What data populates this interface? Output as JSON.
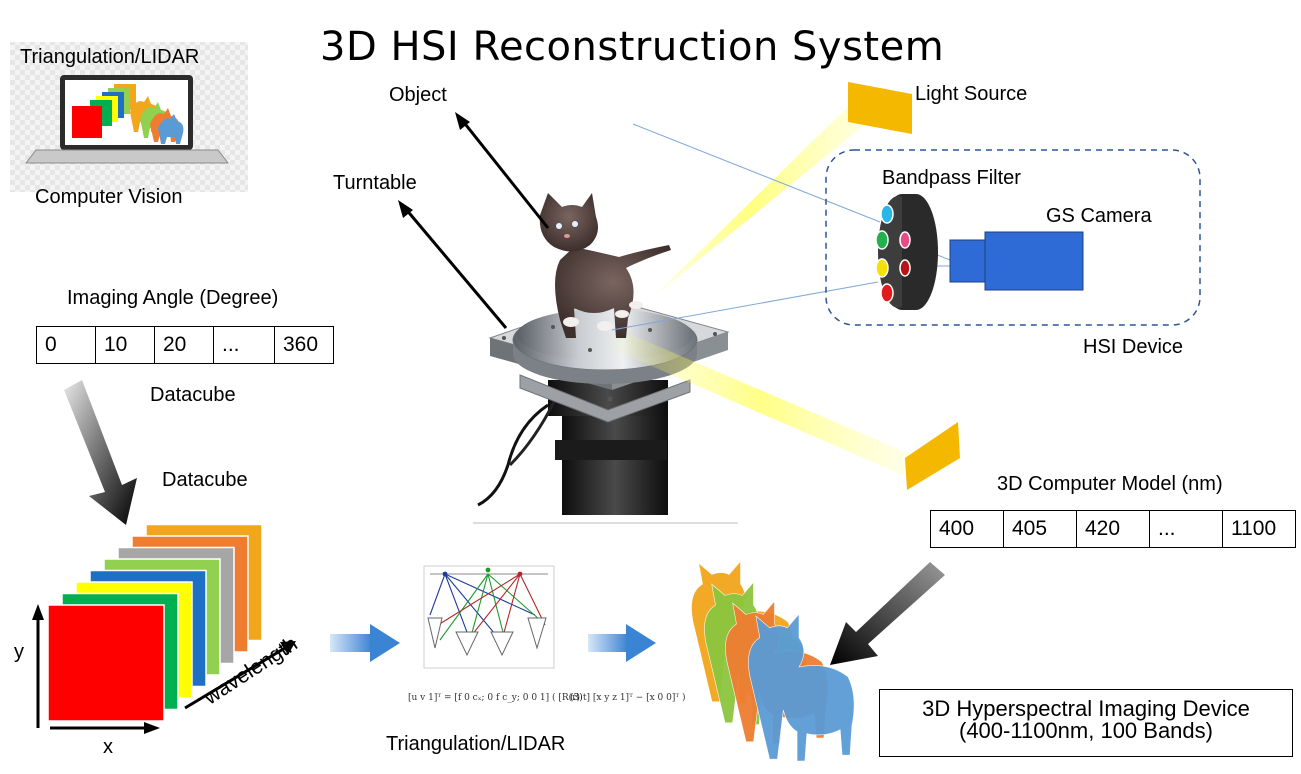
{
  "title": "3D HSI Reconstruction System",
  "computer_vision": {
    "top_label": "Triangulation/LIDAR",
    "bottom_label": "Computer Vision"
  },
  "imaging_angle": {
    "label": "Imaging Angle (Degree)",
    "cells": [
      "0",
      "10",
      "20",
      "...",
      "360"
    ]
  },
  "datacube_label_1": "Datacube",
  "datacube_label_2": "Datacube",
  "axes": {
    "y": "y",
    "x": "x",
    "wavelength": "wavelength"
  },
  "setup": {
    "object": "Object",
    "turntable": "Turntable",
    "light_source": "Light Source",
    "bandpass_filter": "Bandpass Filter",
    "gs_camera": "GS Camera",
    "hsi_device": "HSI Device"
  },
  "model": {
    "label": "3D Computer Model (nm)",
    "cells": [
      "400",
      "405",
      "420",
      "...",
      "1100"
    ]
  },
  "triangulation_label": "Triangulation/LIDAR",
  "equation_number": "(3)",
  "device_box": {
    "line1": "3D Hyperspectral Imaging Device",
    "line2": "(400-1100nm, 100 Bands)"
  },
  "colors": {
    "datacube_layers": [
      "#f2a61b",
      "#ee7d32",
      "#a6a6a6",
      "#92d050",
      "#1f6fc5",
      "#ffff00",
      "#00b050",
      "#ff0000"
    ],
    "flow_arrow": "#4a8fd6",
    "light_panel": "#f5b800",
    "camera": "#2f6bd6",
    "hsi_dash": "#2f5597"
  }
}
